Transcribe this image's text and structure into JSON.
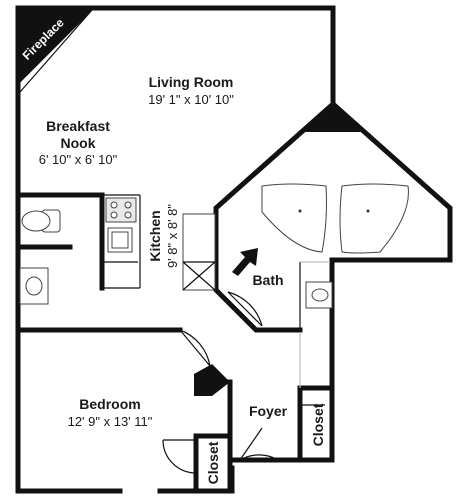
{
  "rooms": {
    "fireplace": {
      "label": "Fireplace"
    },
    "living_room": {
      "name": "Living Room",
      "dims": "19' 1\" x 10' 10\""
    },
    "breakfast_nook": {
      "name_line1": "Breakfast",
      "name_line2": "Nook",
      "dims": "6' 10\" x 6' 10\""
    },
    "kitchen": {
      "name": "Kitchen",
      "dims": "9' 8\" x 8' 8\""
    },
    "bath": {
      "name": "Bath"
    },
    "bedroom": {
      "name": "Bedroom",
      "dims": "12' 9\" x 13' 11\""
    },
    "foyer": {
      "name": "Foyer"
    },
    "closet_left": {
      "name": "Closet"
    },
    "closet_right": {
      "name": "Closet"
    }
  },
  "colors": {
    "wall": "#111111",
    "fixture_fill": "#ffffff",
    "appliance_gray": "#e9e9e9"
  }
}
